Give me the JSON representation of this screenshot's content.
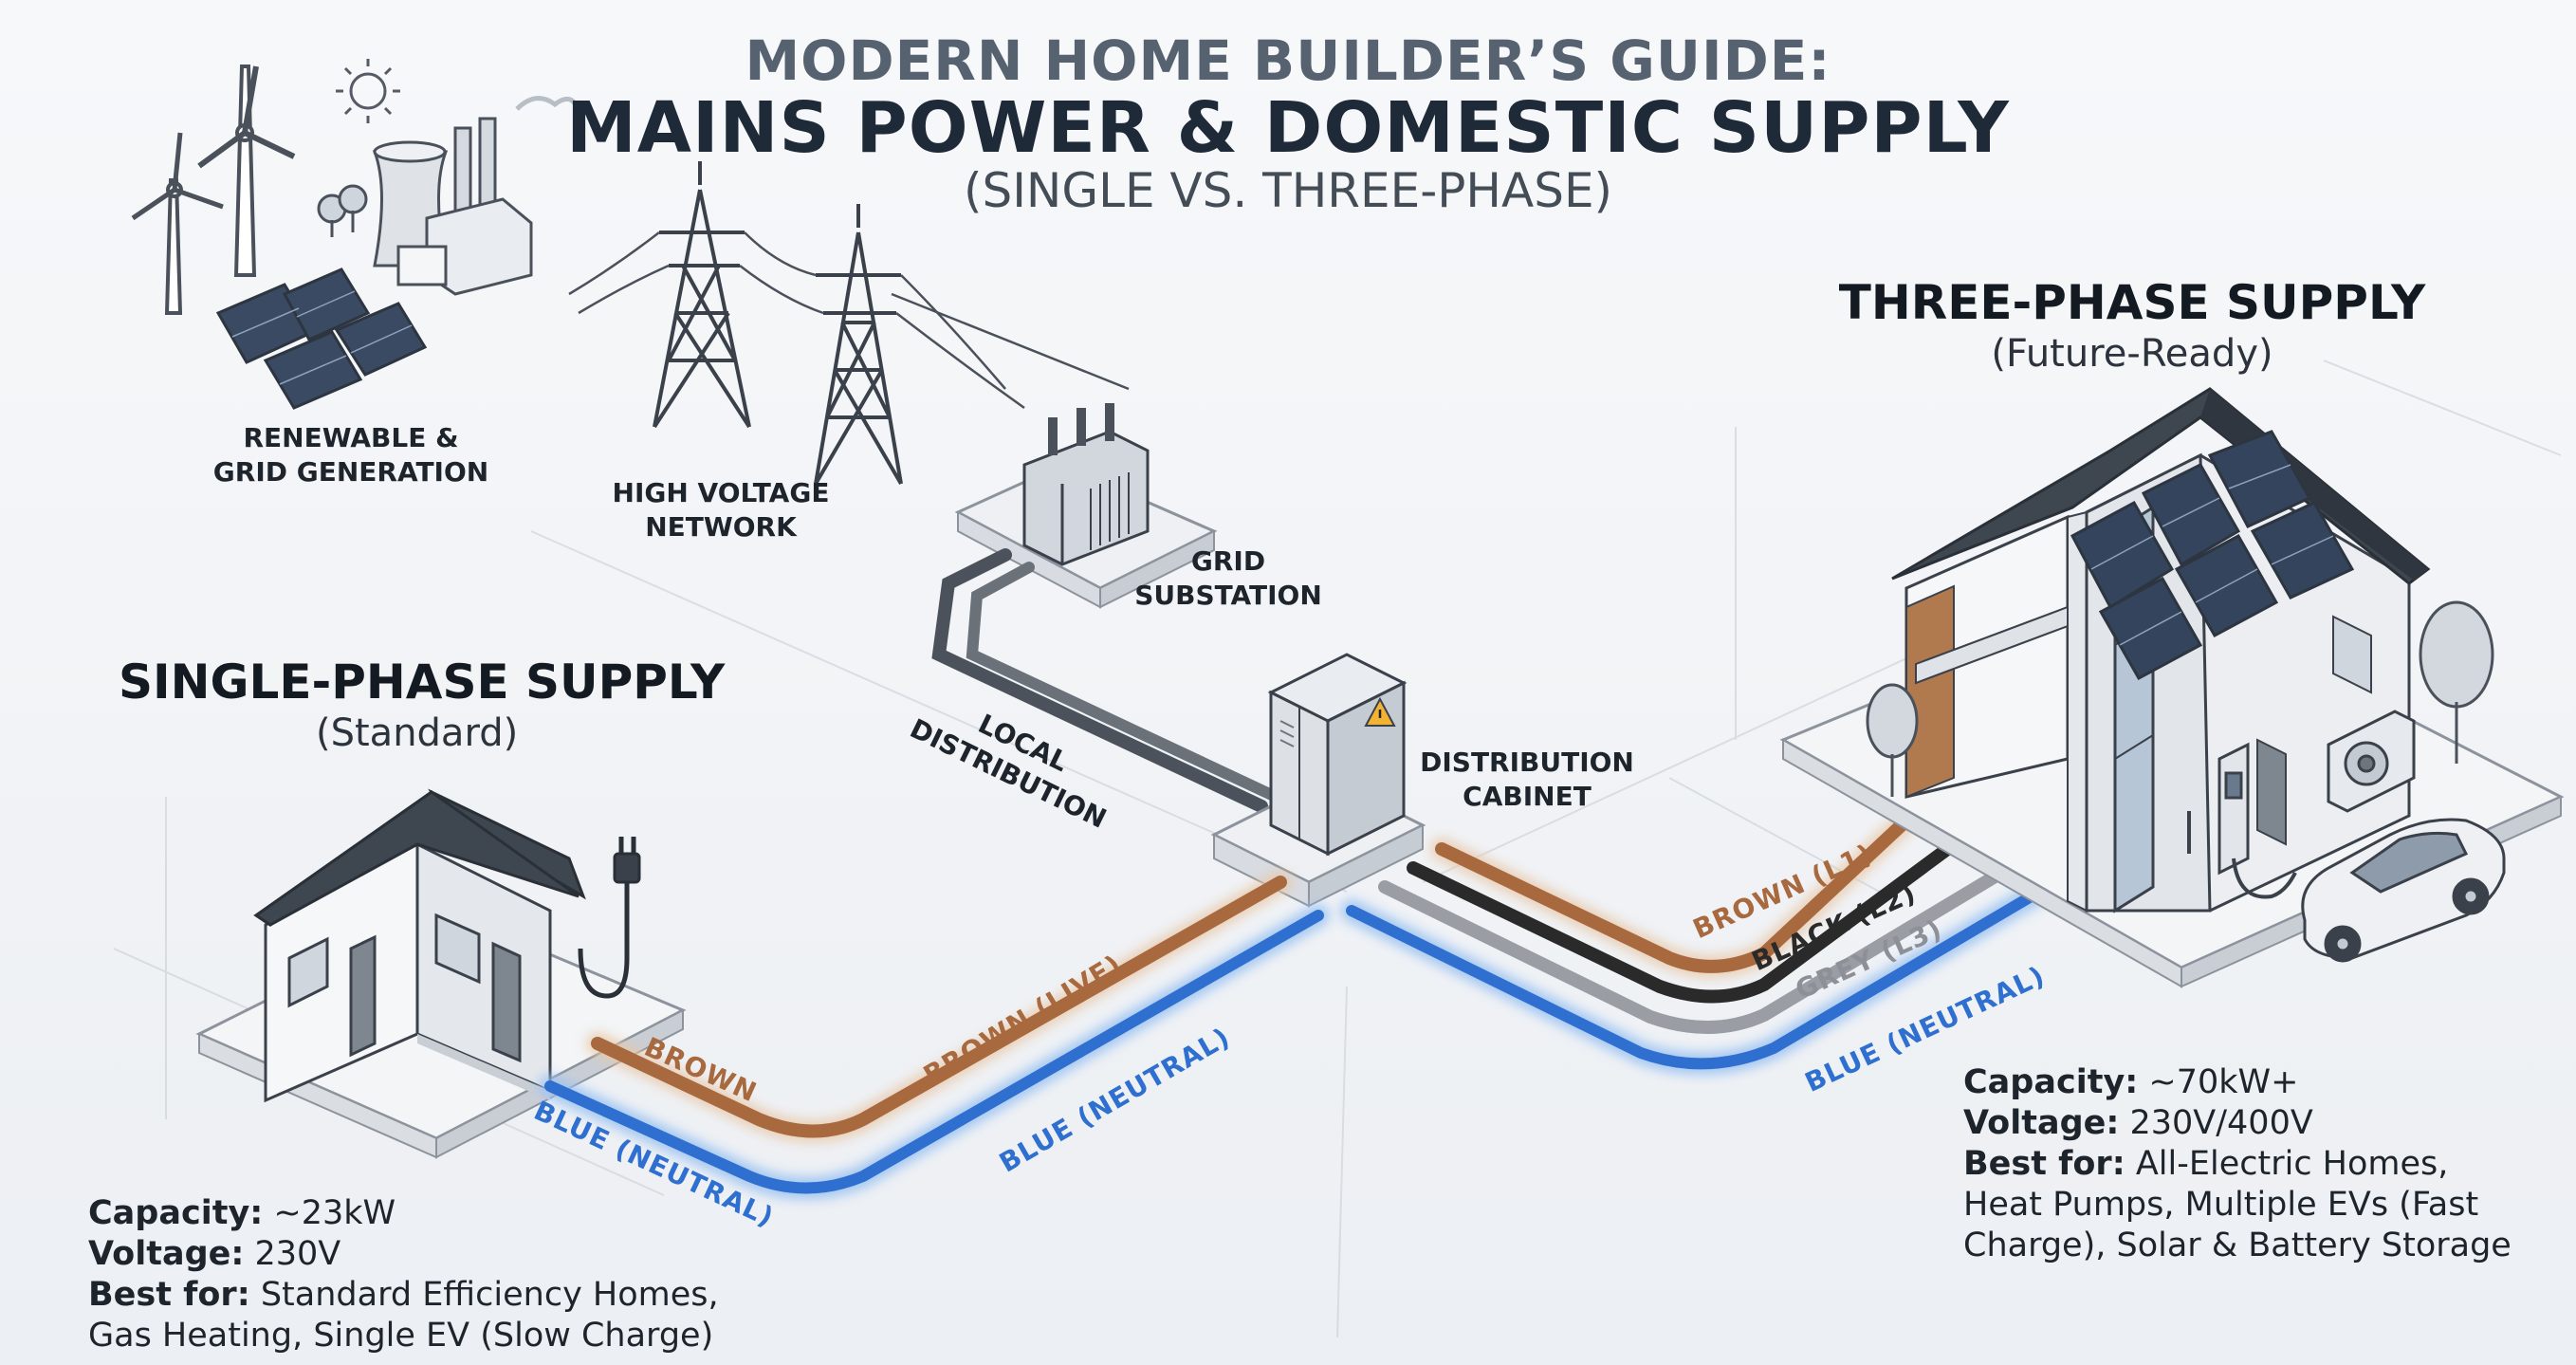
{
  "header": {
    "kicker": "MODERN HOME BUILDER’S GUIDE:",
    "title": "MAINS POWER & DOMESTIC SUPPLY",
    "subtitle": "(SINGLE VS. THREE-PHASE)"
  },
  "labels": {
    "generation_1": "RENEWABLE &",
    "generation_2": "GRID GENERATION",
    "hv_1": "HIGH VOLTAGE",
    "hv_2": "NETWORK",
    "substation_1": "GRID",
    "substation_2": "SUBSTATION",
    "local_1": "LOCAL",
    "local_2": "DISTRIBUTION",
    "cabinet_1": "DISTRIBUTION",
    "cabinet_2": "CABINET"
  },
  "single_phase": {
    "title": "SINGLE-PHASE SUPPLY",
    "subtitle": "(Standard)",
    "wires": {
      "brown_short": "BROWN",
      "brown_live": "BROWN (LIVE)",
      "blue_neutral_left": "BLUE (NEUTRAL)",
      "blue_neutral_right": "BLUE (NEUTRAL)"
    },
    "specs": {
      "capacity_label": "Capacity:",
      "capacity_value": "~23kW",
      "voltage_label": "Voltage:",
      "voltage_value": "230V",
      "best_for_label": "Best for:",
      "best_for_line1": "Standard Efficiency Homes,",
      "best_for_line2": "Gas Heating, Single EV (Slow Charge)"
    }
  },
  "three_phase": {
    "title": "THREE-PHASE SUPPLY",
    "subtitle": "(Future-Ready)",
    "wires": {
      "brown": "BROWN (L1)",
      "black": "BLACK (L2)",
      "grey": "GREY (L3)",
      "blue": "BLUE (NEUTRAL)"
    },
    "specs": {
      "capacity_label": "Capacity:",
      "capacity_value": "~70kW+",
      "voltage_label": "Voltage:",
      "voltage_value": "230V/400V",
      "best_for_label": "Best for:",
      "best_for_line1": "All-Electric Homes,",
      "best_for_line2": "Heat Pumps, Multiple EVs (Fast",
      "best_for_line3": "Charge), Solar & Battery Storage"
    }
  },
  "colors": {
    "brown_wire": "#a8693f",
    "black_wire": "#2a2a2a",
    "grey_wire": "#9a9ea4",
    "blue_wire": "#2e6fd0",
    "roof": "#3e4650",
    "background": "#f1f3f6"
  },
  "icons": [
    "sun-icon",
    "wind-turbine-icon",
    "power-plant-icon",
    "solar-panel-icon",
    "pylon-icon",
    "transformer-icon",
    "warning-icon",
    "plug-icon",
    "ev-charger-icon",
    "electric-car-icon",
    "heat-pump-icon",
    "tree-icon"
  ]
}
